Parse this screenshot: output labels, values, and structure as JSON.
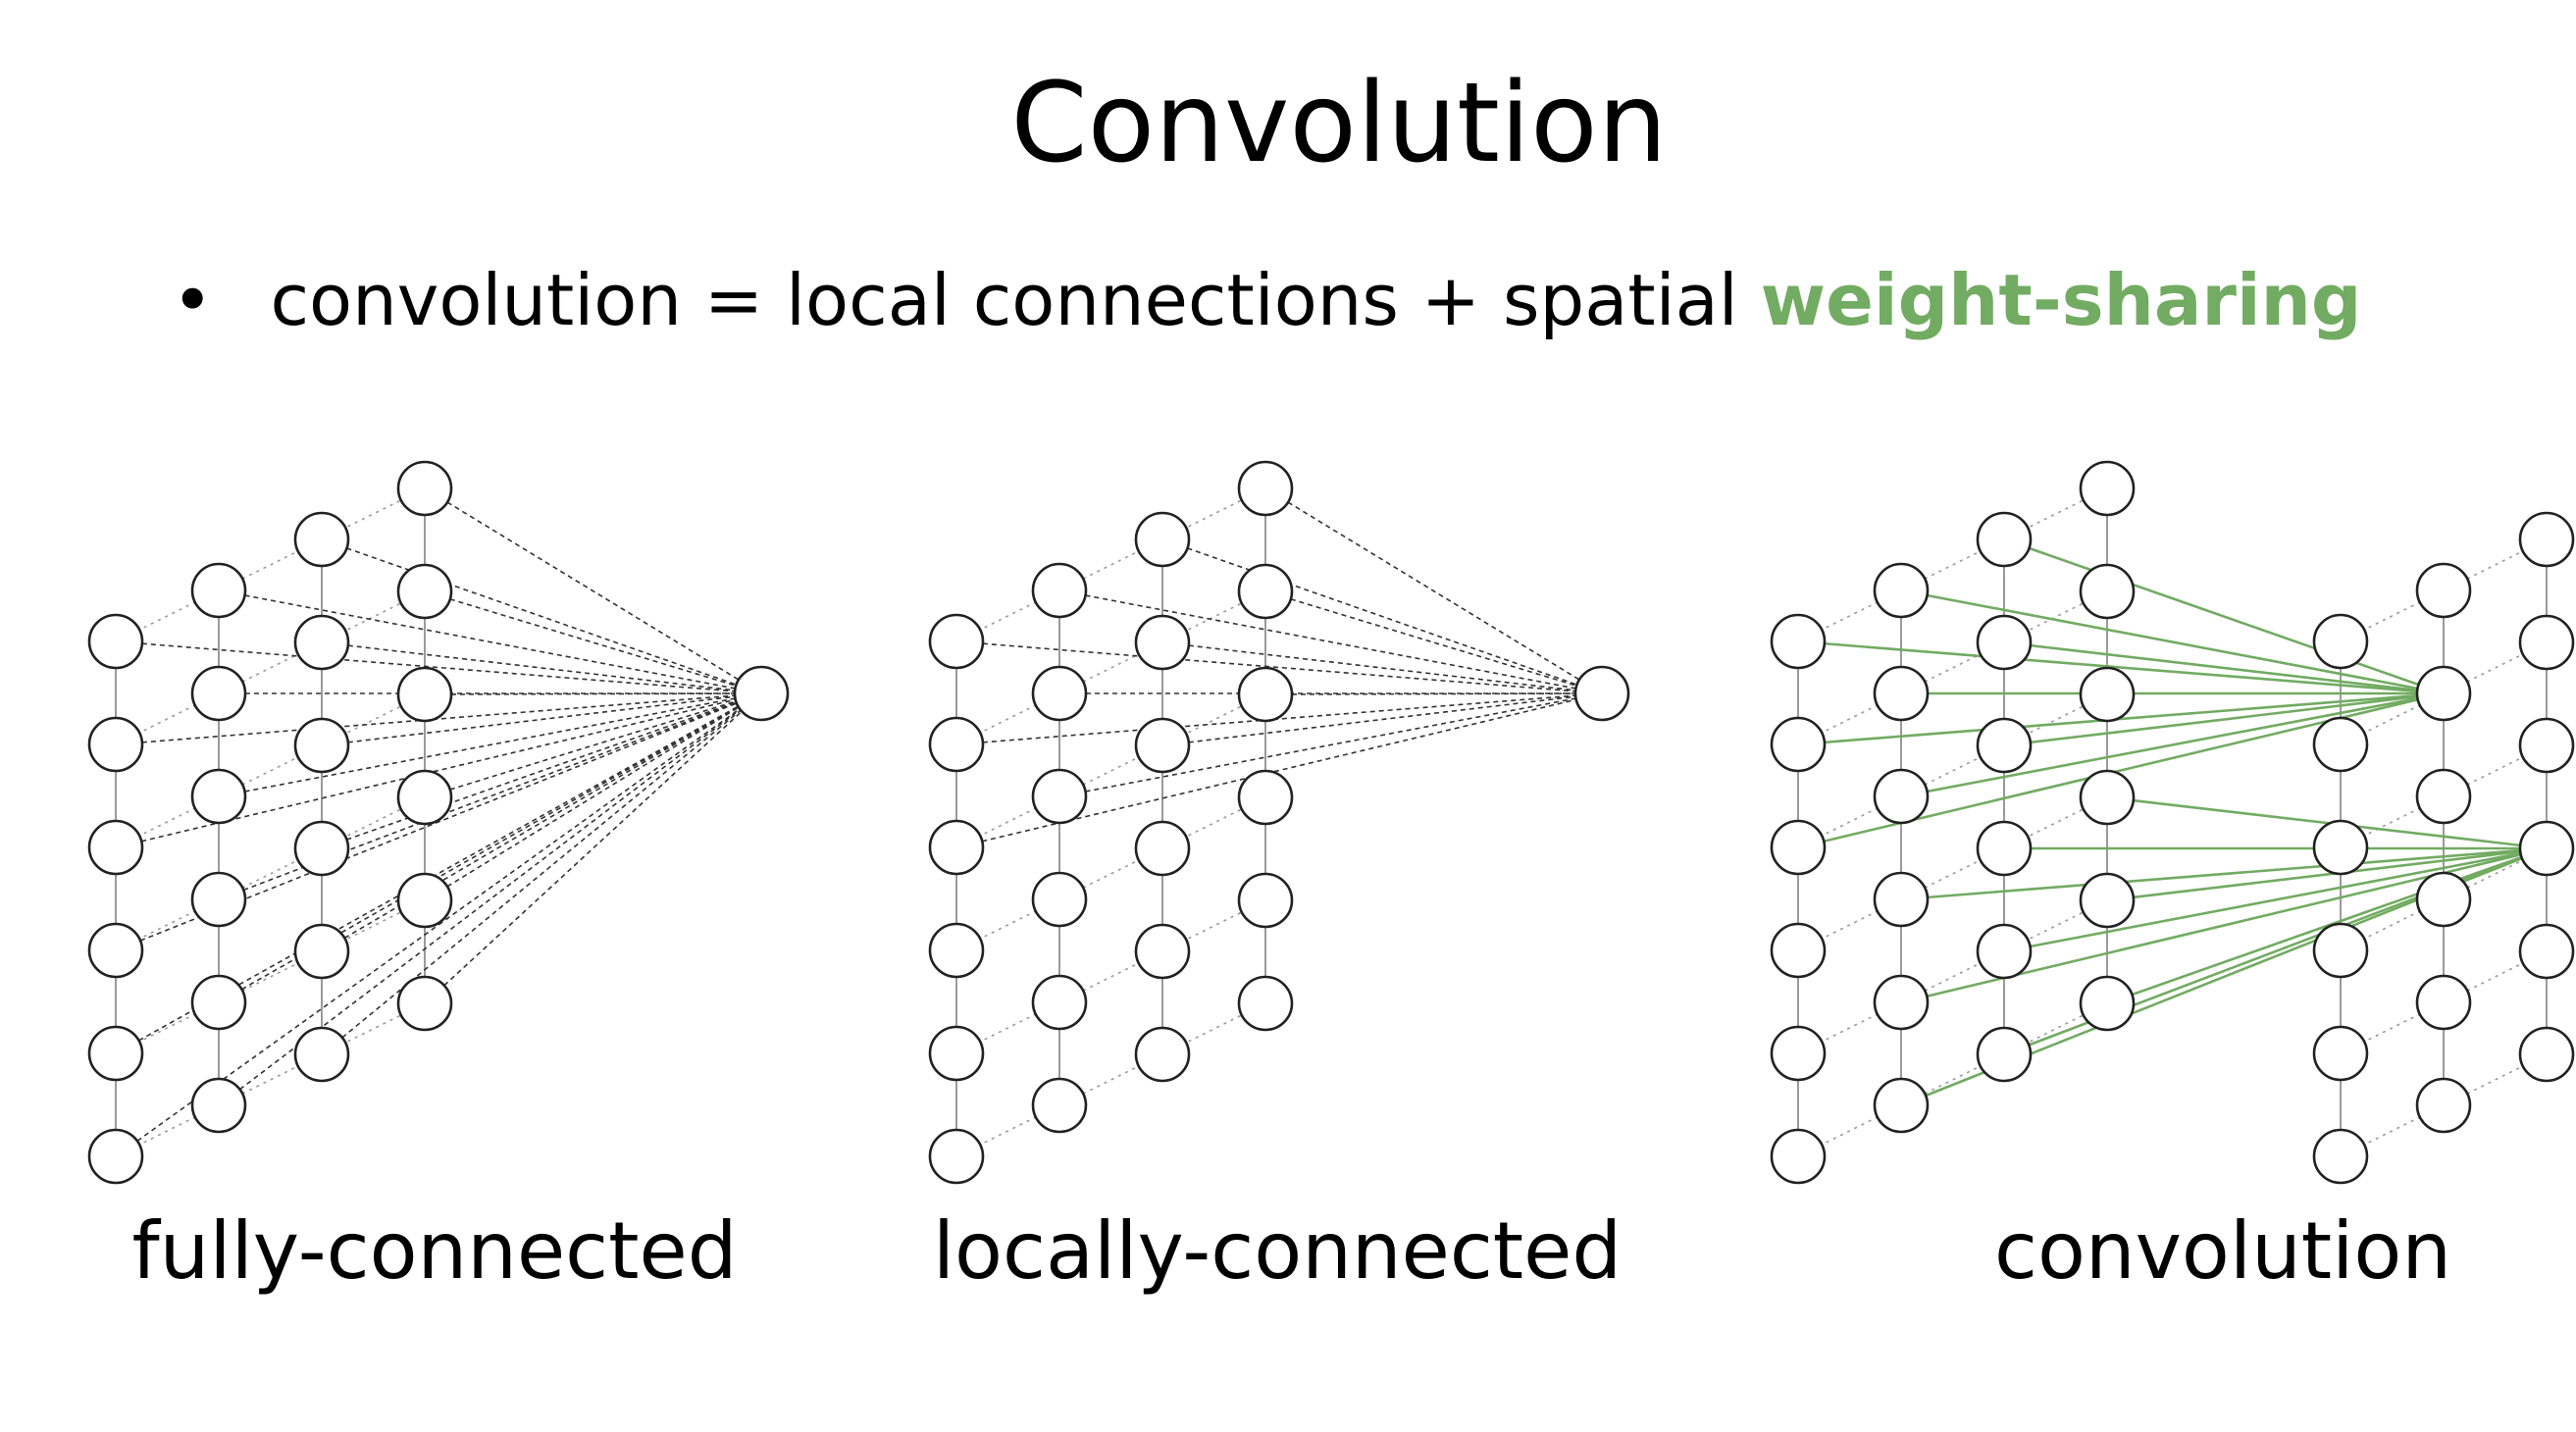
{
  "slide": {
    "title": "Convolution",
    "bullet_marker": "•",
    "bullet_text": "convolution = local connections + spatial ",
    "bullet_highlight": "weight-sharing"
  },
  "panels": [
    {
      "id": "fc",
      "label": "fully-connected"
    },
    {
      "id": "lc",
      "label": "locally-connected"
    },
    {
      "id": "conv",
      "label": "convolution"
    }
  ],
  "colors": {
    "accent": "#72ab62",
    "node_stroke": "#222222",
    "edge": "#333333",
    "grid": "#9a9a9a"
  }
}
